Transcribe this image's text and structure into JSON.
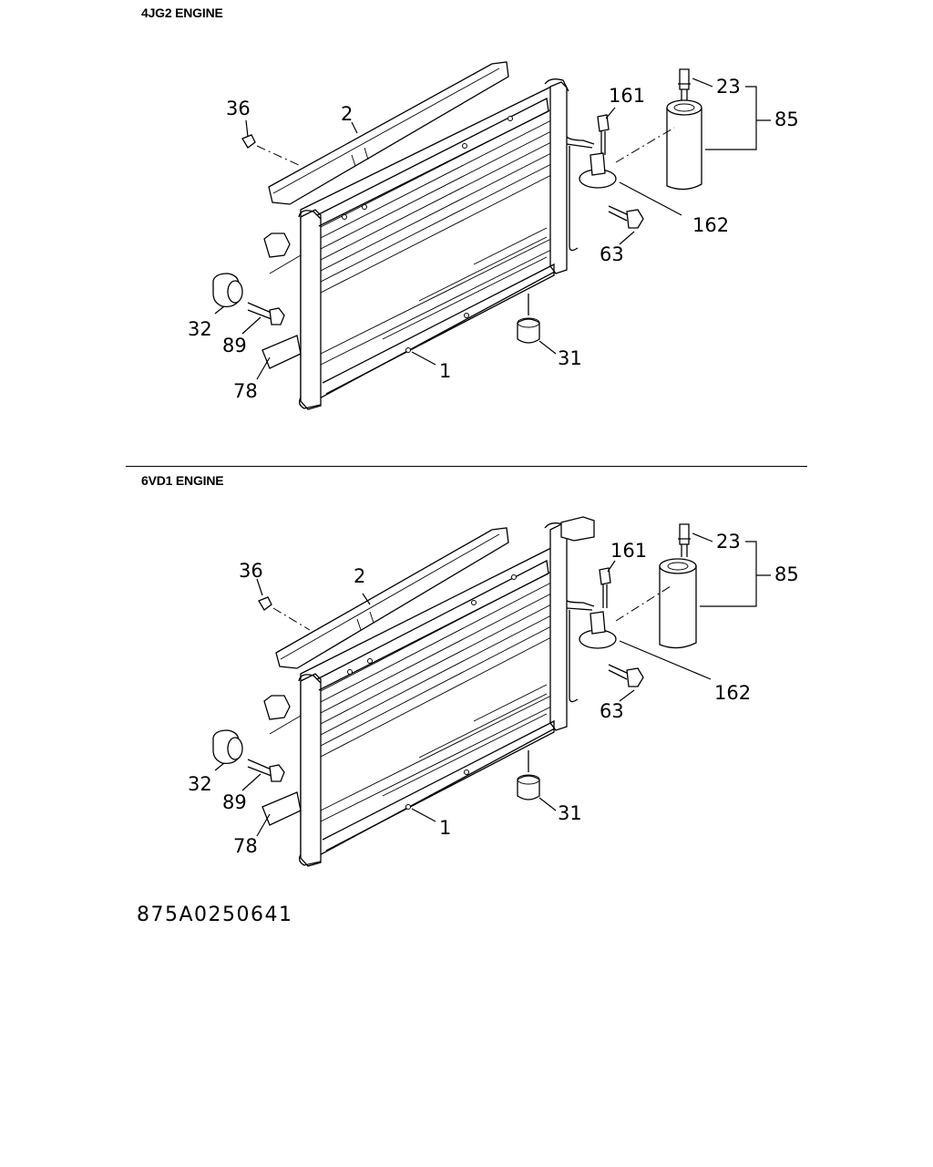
{
  "sections": [
    {
      "title": "4JG2 ENGINE",
      "callouts": {
        "c36": "36",
        "c2": "2",
        "c161": "161",
        "c23": "23",
        "c85": "85",
        "c162": "162",
        "c63": "63",
        "c32": "32",
        "c89": "89",
        "c31": "31",
        "c78": "78",
        "c1": "1"
      }
    },
    {
      "title": "6VD1 ENGINE",
      "callouts": {
        "c36": "36",
        "c2": "2",
        "c161": "161",
        "c23": "23",
        "c85": "85",
        "c162": "162",
        "c63": "63",
        "c32": "32",
        "c89": "89",
        "c31": "31",
        "c78": "78",
        "c1": "1"
      }
    }
  ],
  "reference_code": "875A0250641"
}
